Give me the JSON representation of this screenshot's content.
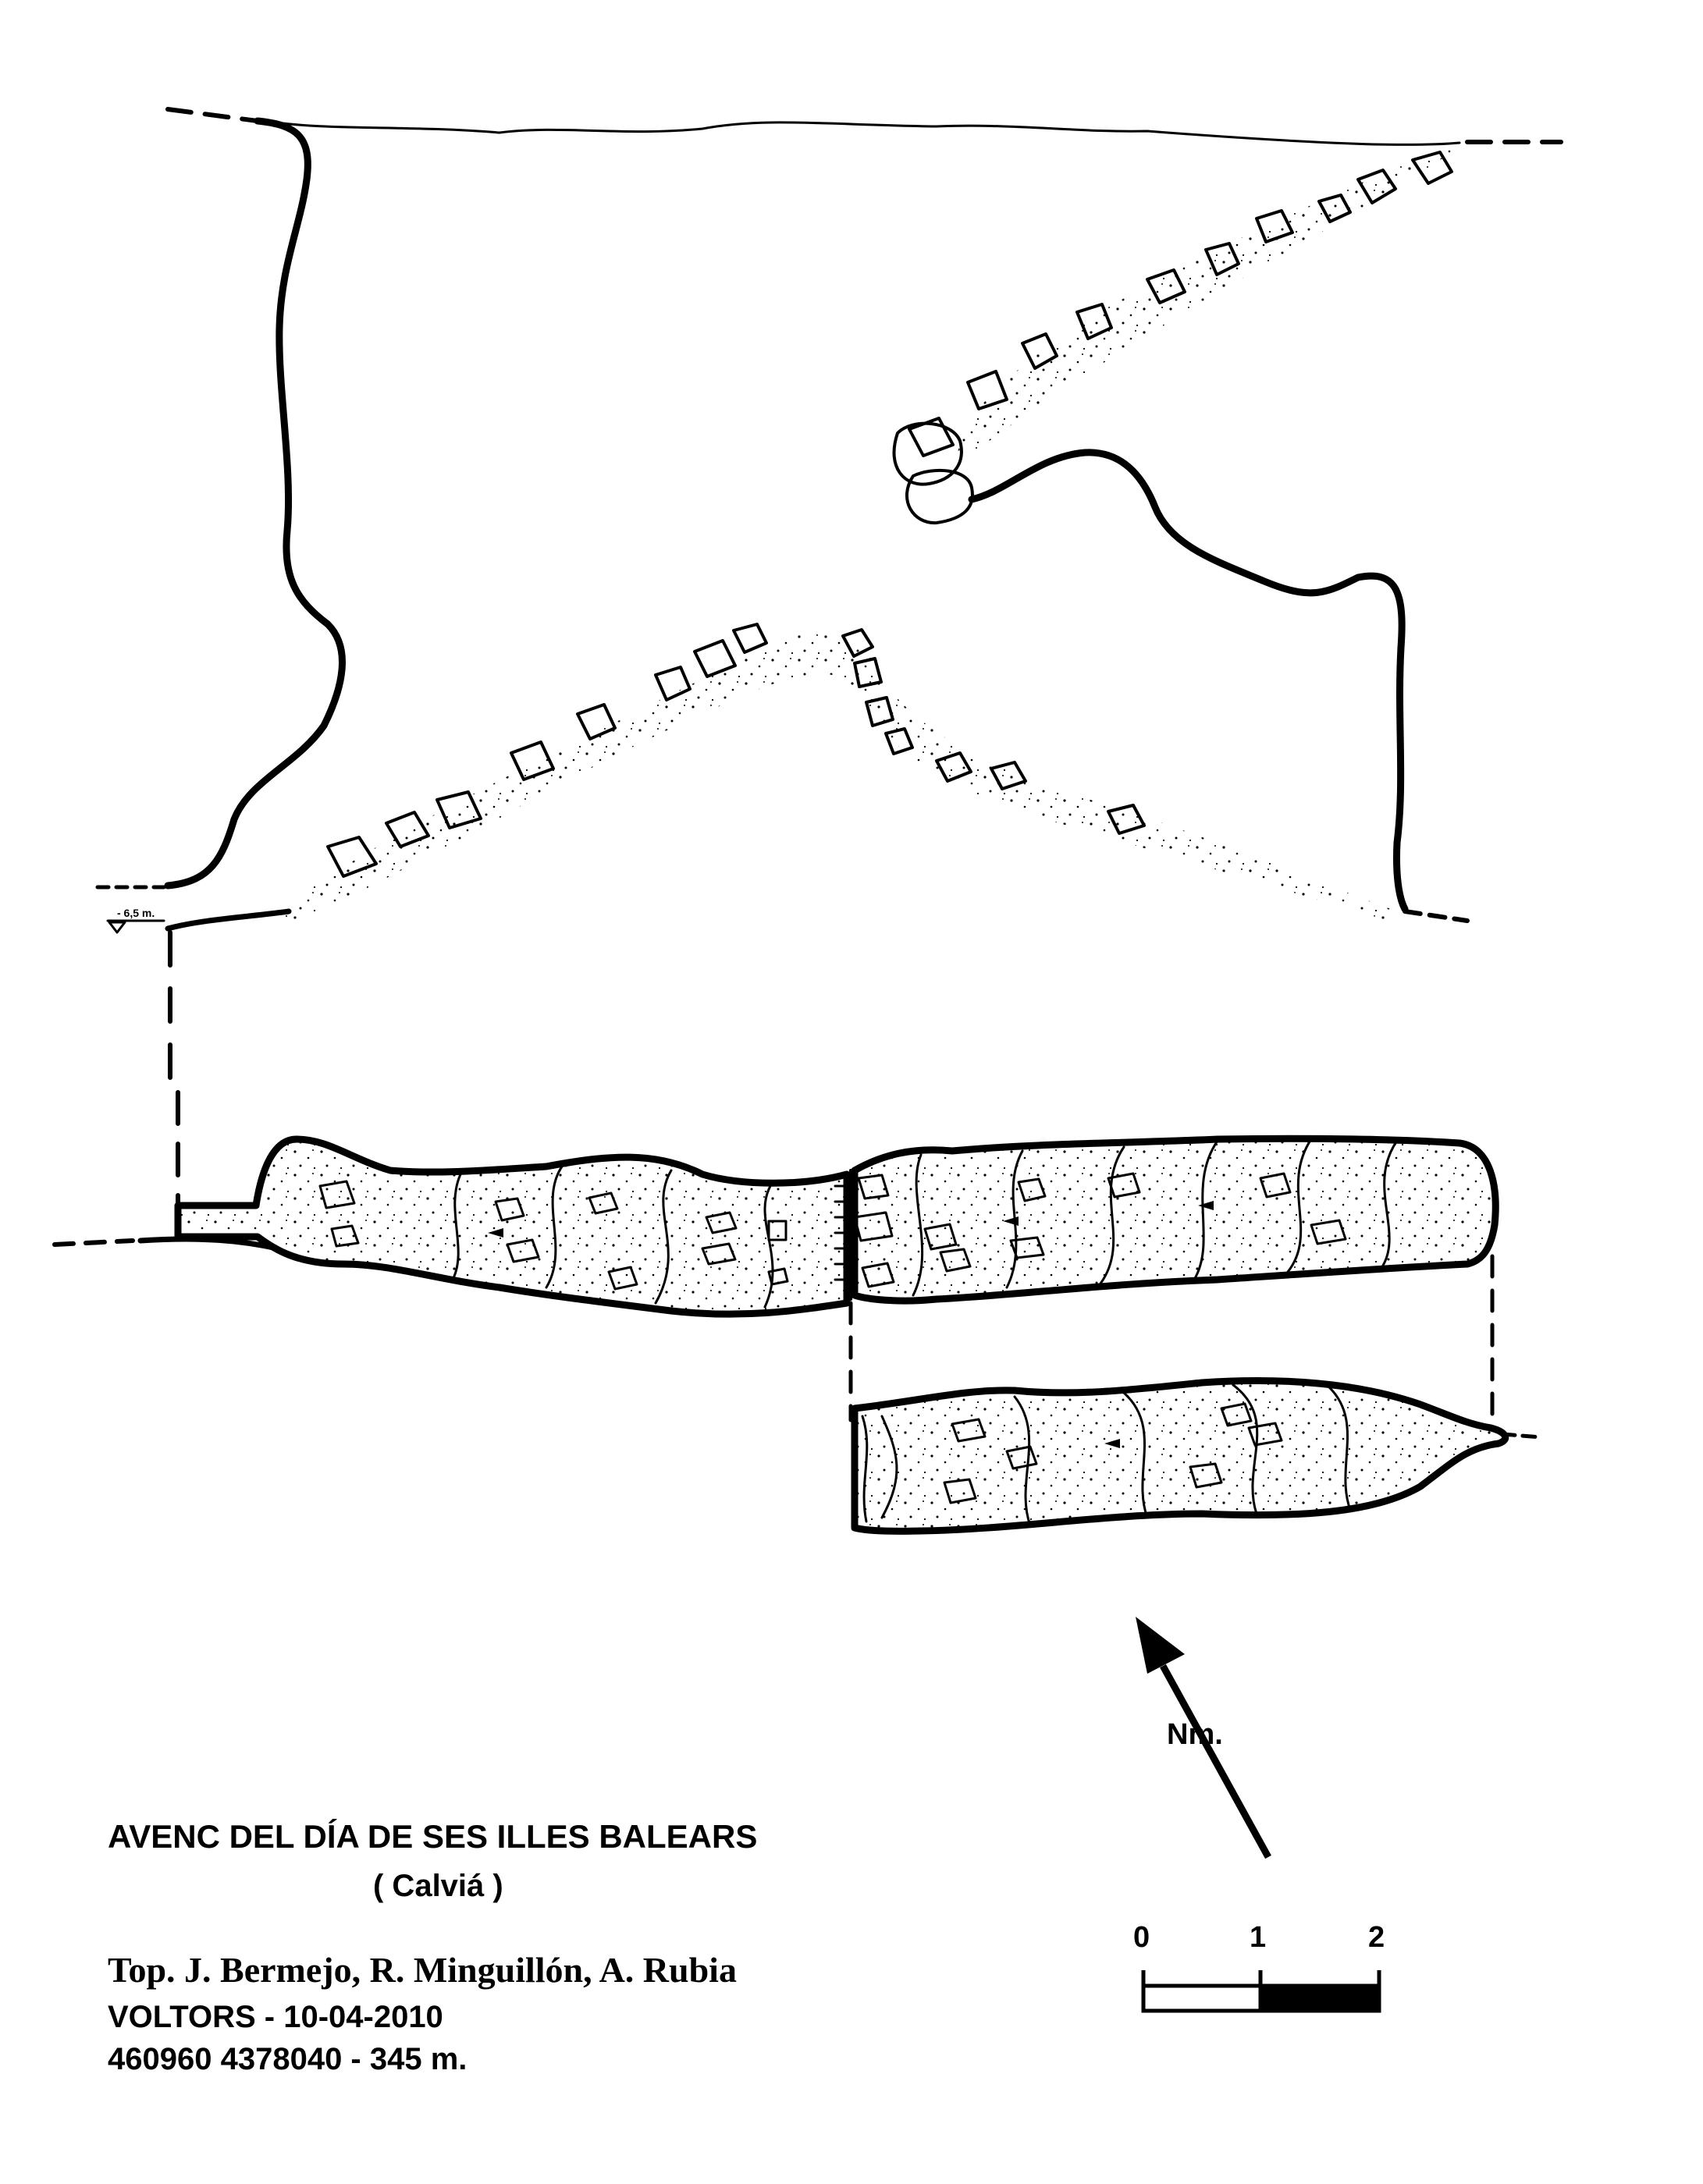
{
  "survey": {
    "title": "AVENC DEL DÍA DE SES ILLES BALEARS",
    "subtitle": "( Calviá )",
    "surveyors": "Top.  J. Bermejo, R. Minguillón, A. Rubia",
    "club_date": "VOLTORS - 10-04-2010",
    "coordinates": "460960 4378040 - 345 m."
  },
  "section": {
    "depth_label": "- 6,5 m."
  },
  "north_arrow": {
    "label": "Nm."
  },
  "scale_bar": {
    "labels": [
      "0",
      "1",
      "2"
    ]
  },
  "colors": {
    "ink": "#000000",
    "paper": "#ffffff"
  }
}
